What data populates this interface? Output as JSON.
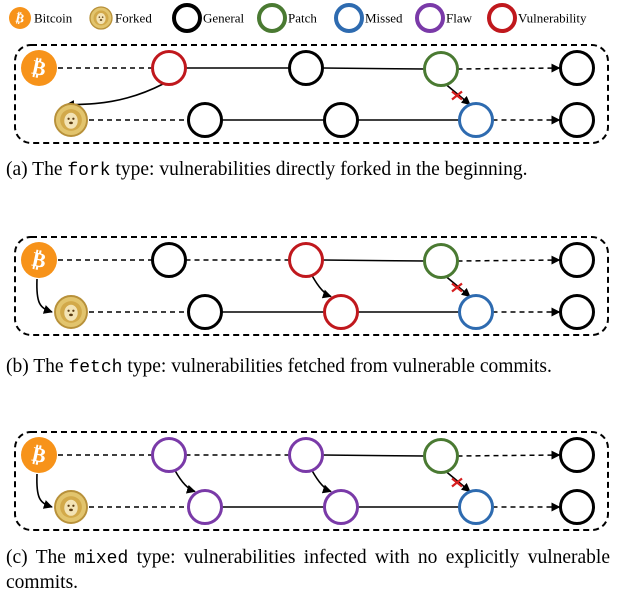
{
  "legend": [
    {
      "label": "Bitcoin",
      "kind": "bitcoin-coin",
      "color": "#f7931a"
    },
    {
      "label": "Forked",
      "kind": "doge-coin",
      "color": "#d8b45a"
    },
    {
      "label": "General",
      "kind": "commit",
      "color": "#000000"
    },
    {
      "label": "Patch",
      "kind": "commit",
      "color": "#4a7a32"
    },
    {
      "label": "Missed",
      "kind": "commit",
      "color": "#2e6bb0"
    },
    {
      "label": "Flaw",
      "kind": "commit",
      "color": "#7a3aa8"
    },
    {
      "label": "Vulnerability",
      "kind": "commit",
      "color": "#c0181d"
    }
  ],
  "bitcoin_glyph": "₿",
  "colors": {
    "general": "#000000",
    "patch": "#4a7a32",
    "missed": "#2e6bb0",
    "flaw": "#7a3aa8",
    "vulnerability": "#c0181d",
    "cross_mark": "#d62020",
    "bitcoin": "#f7931a",
    "doge": "#d8b45a"
  },
  "panels": [
    {
      "id": "a",
      "top_row": [
        "general",
        "vulnerability",
        "general",
        "patch",
        "general"
      ],
      "bottom_row": [
        "general",
        "general",
        "missed",
        "general"
      ],
      "fork_from": 1,
      "fetch_links": [],
      "missed_patch_link": true,
      "caption": {
        "prefix": "(a) The ",
        "code": "fork",
        "suffix": " type: vulnerabilities directly forked in the beginning."
      }
    },
    {
      "id": "b",
      "top_row": [
        "general",
        "general",
        "vulnerability",
        "patch",
        "general"
      ],
      "bottom_row": [
        "general",
        "vulnerability",
        "missed",
        "general"
      ],
      "fork_from": 0,
      "fetch_links": [
        [
          2,
          1
        ]
      ],
      "missed_patch_link": true,
      "caption": {
        "prefix": "(b) The ",
        "code": "fetch",
        "suffix": " type: vulnerabilities fetched from vulnerable commits."
      }
    },
    {
      "id": "c",
      "top_row": [
        "general",
        "flaw",
        "flaw",
        "patch",
        "general"
      ],
      "bottom_row": [
        "flaw",
        "flaw",
        "missed",
        "general"
      ],
      "fork_from": 0,
      "fetch_links": [
        [
          1,
          0
        ],
        [
          2,
          1
        ]
      ],
      "missed_patch_link": true,
      "caption": {
        "prefix": "(c) The ",
        "code": "mixed",
        "suffix": " type: vulnerabilities infected with no explicitly vulnerable commits."
      }
    }
  ]
}
